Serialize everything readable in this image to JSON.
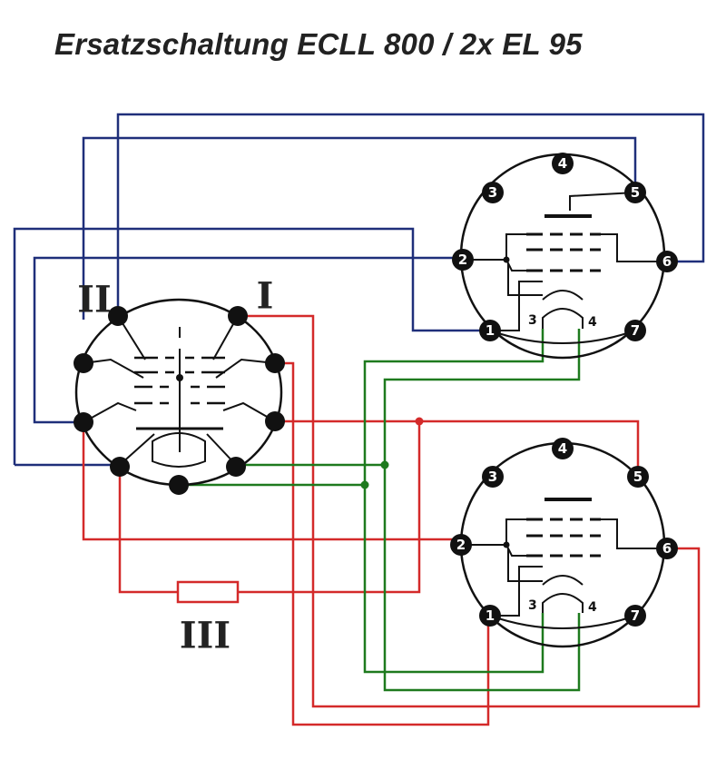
{
  "title": "Ersatzschaltung ECLL 800 / 2x EL 95",
  "labels": {
    "socket_label_I": "I",
    "socket_label_II": "II",
    "resistor_label_III": "III"
  },
  "tube_upper": {
    "pins": [
      "1",
      "2",
      "3",
      "4",
      "5",
      "6",
      "7"
    ]
  },
  "tube_lower": {
    "pins": [
      "1",
      "2",
      "3",
      "4",
      "5",
      "6",
      "7"
    ]
  },
  "colors": {
    "blue_wire": "#1f2f7a",
    "red_wire": "#d42a2a",
    "green_wire": "#1e7a1e",
    "ink": "#111111"
  }
}
